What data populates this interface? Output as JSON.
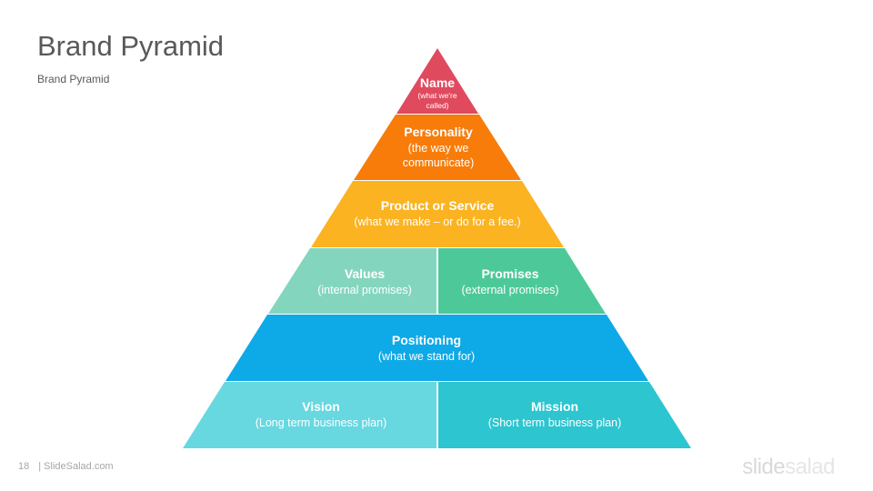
{
  "slide": {
    "title": "Brand Pyramid",
    "subtitle": "Brand  Pyramid",
    "page_number": "18",
    "footer_site": "| SlideSalad.com",
    "logo_part1": "slide",
    "logo_part2": "salad"
  },
  "pyramid": {
    "name": {
      "title": "Name",
      "sub1": "(what we're",
      "sub2": "called)",
      "color": "#e04a5f"
    },
    "personality": {
      "title": "Personality",
      "sub1": "(the way we",
      "sub2": "communicate)",
      "color": "#f77c0a"
    },
    "product": {
      "title": "Product or Service",
      "sub1": "(what we make – or do for a fee.)",
      "color": "#fbb321"
    },
    "values": {
      "title": "Values",
      "sub1": "(internal  promises)",
      "color": "#83d6bd"
    },
    "promises": {
      "title": "Promises",
      "sub1": "(external promises)",
      "color": "#4dc999"
    },
    "positioning": {
      "title": "Positioning",
      "sub1": "(what we stand for)",
      "color": "#0ea9e7"
    },
    "vision": {
      "title": "Vision",
      "sub1": "(Long term business plan)",
      "color": "#67d7e0"
    },
    "mission": {
      "title": "Mission",
      "sub1": "(Short term business plan)",
      "color": "#2cc5d0"
    }
  }
}
